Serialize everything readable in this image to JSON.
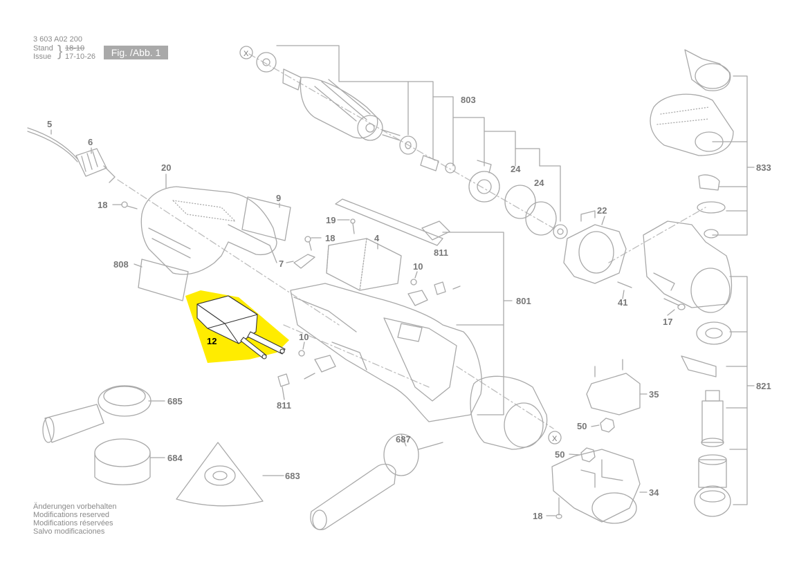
{
  "header": {
    "part_number": "3 603 A02 200",
    "stand_label": "Stand",
    "stand_value": "18-10",
    "issue_label": "Issue",
    "issue_value": "17-10-26",
    "figure": "Fig. /Abb. 1"
  },
  "notes": [
    "Änderungen vorbehalten",
    "Modifications reserved",
    "Modifications réservées",
    "Salvo modificaciones"
  ],
  "parts": {
    "x_top": "X",
    "x_mid": "X",
    "p5": "5",
    "p6": "6",
    "p20": "20",
    "p18a": "18",
    "p9": "9",
    "p808": "808",
    "p12": "12",
    "p19": "19",
    "p18b": "18",
    "p4": "4",
    "p7": "7",
    "p10a": "10",
    "p811a": "811",
    "p10b": "10",
    "p811b": "811",
    "p801": "801",
    "p803": "803",
    "p24a": "24",
    "p24b": "24",
    "p22": "22",
    "p41": "41",
    "p17": "17",
    "p833": "833",
    "p821": "821",
    "p35": "35",
    "p50a": "50",
    "p50b": "50",
    "p34": "34",
    "p18c": "18",
    "p685": "685",
    "p684": "684",
    "p683": "683",
    "p687": "687"
  },
  "colors": {
    "line": "#a8a8a8",
    "label": "#777777",
    "highlight": "#ffec00",
    "highlight_text": "#000000"
  }
}
